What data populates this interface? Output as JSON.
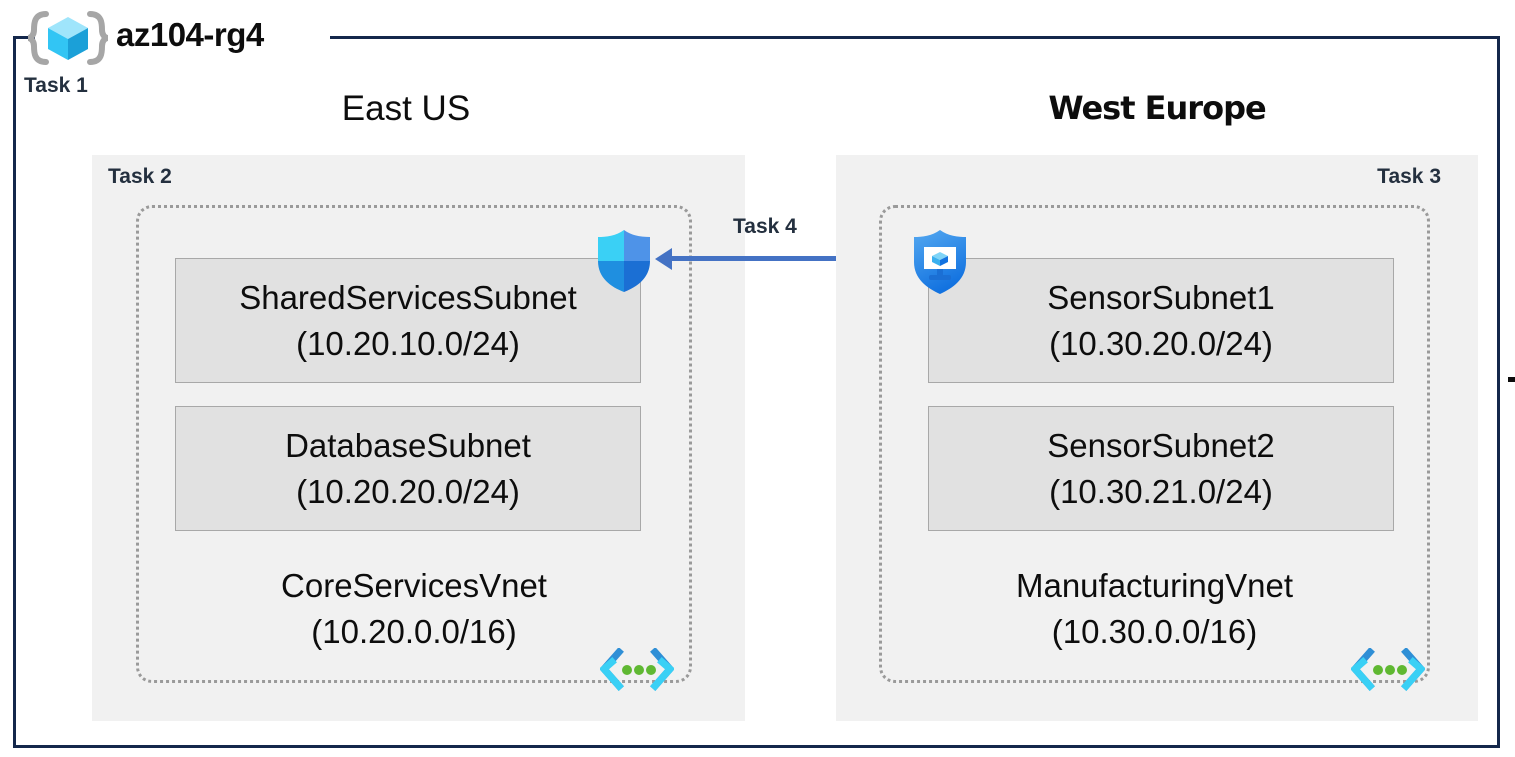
{
  "diagram": {
    "resource_group": {
      "name": "az104-rg4",
      "icon": "resource-group-cube-icon",
      "task_label": "Task 1",
      "border_color": "#14284b"
    },
    "regions": [
      {
        "id": "east-us",
        "title": "East US",
        "task_label": "Task 2",
        "background": "#f1f1f1",
        "vnet": {
          "name": "CoreServicesVnet",
          "cidr": "(10.20.0.0/16)",
          "icon": "virtual-network-icon",
          "border_style": "dotted",
          "subnets": [
            {
              "name": "SharedServicesSubnet",
              "cidr": "(10.20.10.0/24)"
            },
            {
              "name": "DatabaseSubnet",
              "cidr": "(10.20.20.0/24)"
            }
          ],
          "attached_icon": "shield-firewall-icon"
        }
      },
      {
        "id": "west-europe",
        "title": "West Europe",
        "task_label": "Task 3",
        "background": "#f1f1f1",
        "vnet": {
          "name": "ManufacturingVnet",
          "cidr": "(10.30.0.0/16)",
          "icon": "virtual-network-icon",
          "border_style": "dotted",
          "subnets": [
            {
              "name": "SensorSubnet1",
              "cidr": "(10.30.20.0/24)"
            },
            {
              "name": "SensorSubnet2",
              "cidr": "(10.30.21.0/24)"
            }
          ],
          "attached_icon": "shield-bastion-icon"
        }
      }
    ],
    "connection": {
      "label": "Task 4",
      "direction": "right-to-left",
      "color": "#4472c4"
    },
    "colors": {
      "frame": "#14284b",
      "region_bg": "#f1f1f1",
      "subnet_bg": "#e1e1e1",
      "subnet_border": "#a8a8a8",
      "vnet_border": "#9a9a9a",
      "arrow": "#4472c4",
      "text": "#0d0d0d",
      "task_text": "#24303f"
    }
  }
}
